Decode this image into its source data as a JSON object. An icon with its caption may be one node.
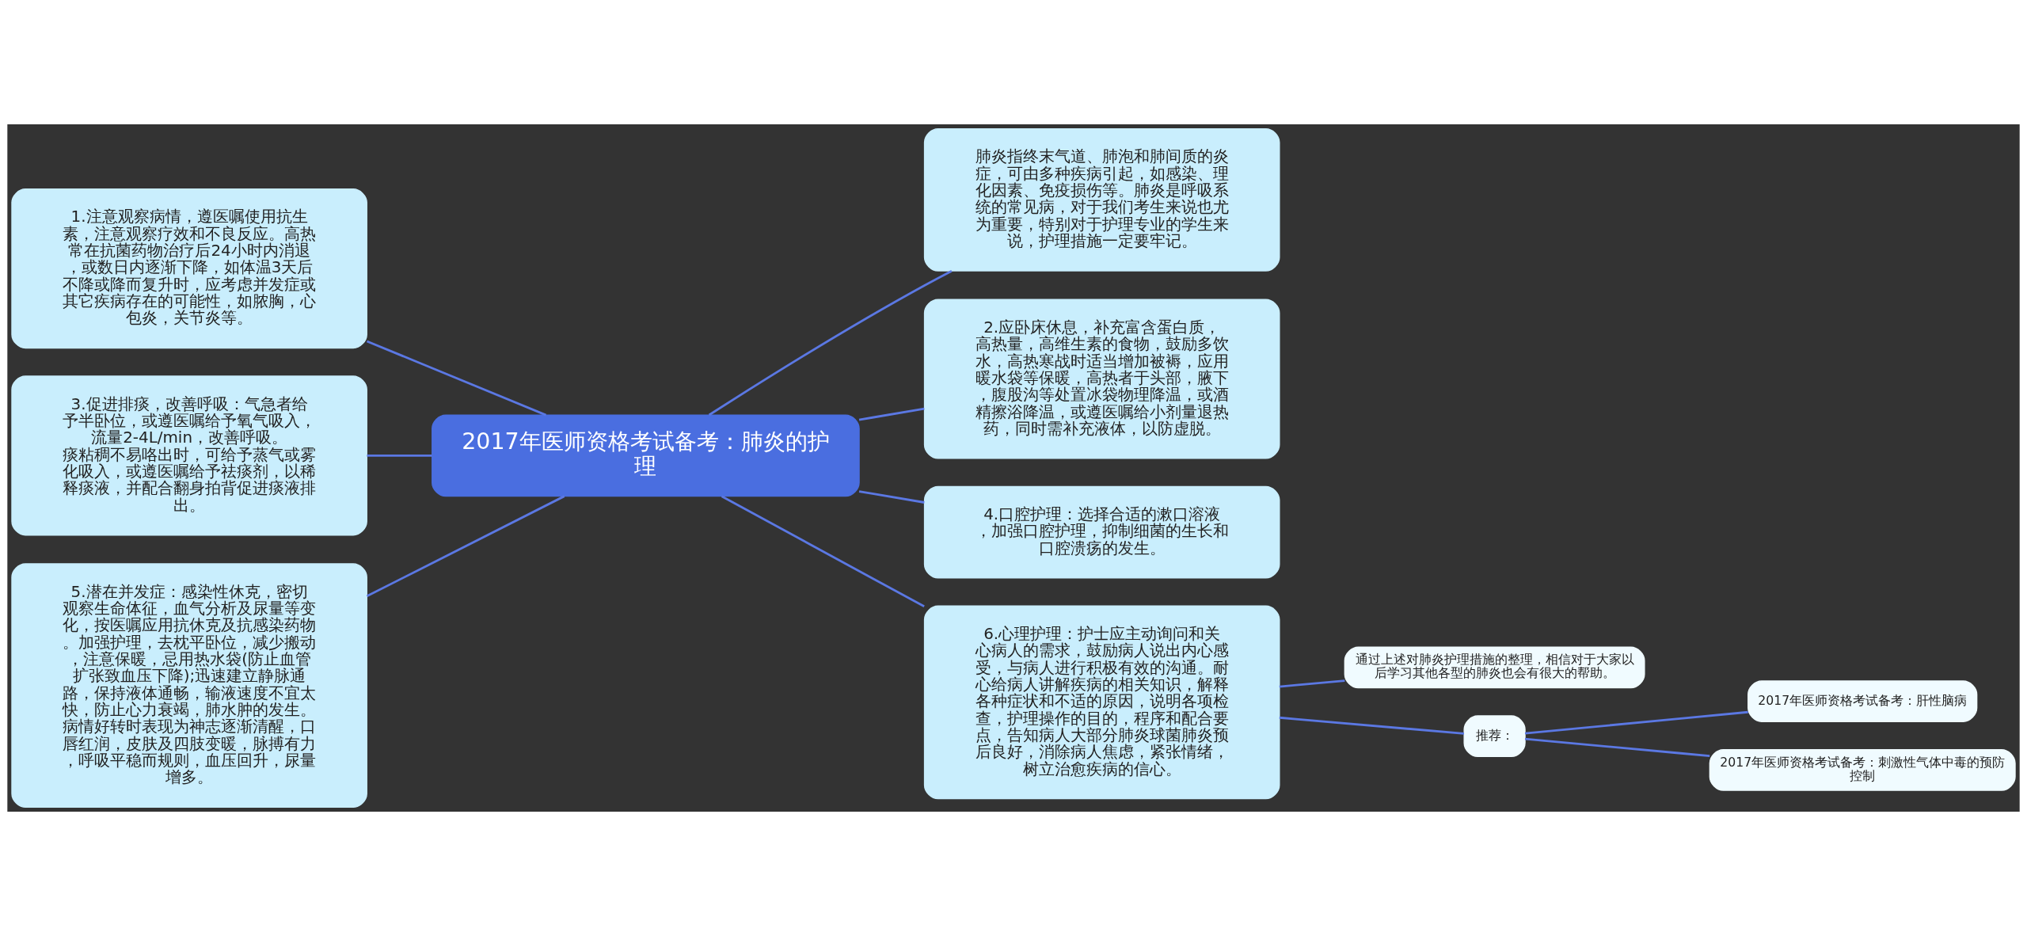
{
  "diagram": {
    "nodes": [
      {
        "text": [
          "2017年医师资格考试备考：肺炎的护理"
        ]
      },
      {
        "text": [
          "肺炎指终末气道、肺泡和肺间质的炎症，可由多种疾病引起，如感染、理化因素、免疫损伤等。肺炎是呼吸系统的常见病，对于我们考生来说也尤为重要，特别对于护理专业的学生来说，护理措施一定要牢记。"
        ]
      },
      {
        "text": [
          "2.应卧床休息，补充富含蛋白质，高热量，高维生素的食物，鼓励多饮水，高热寒战时适当增加被褥，应用暖水袋等保暖，高热者于头部，腋下，腹股沟等处置冰袋物理降温，或酒精擦浴降温，或遵医嘱给小剂量退热药，同时需补充液体，以防虚脱。"
        ]
      },
      {
        "text": [
          "4.口腔护理：选择合适的漱口溶液，加强口腔护理，抑制细菌的生长和口腔溃疡的发生。"
        ]
      },
      {
        "text": [
          "6.心理护理：护士应主动询问和关心病人的需求，鼓励病人说出内心感受，与病人进行积极有效的沟通。耐心给病人讲解疾病的相关知识，解释各种症状和不适的原因，说明各项检查，护理操作的目的，程序和配合要点，告知病人大部分肺炎球菌肺炎预后良好，消除病人焦虑，紧张情绪，树立治愈疾病的信心。"
        ]
      },
      {
        "text": [
          "通过上述对肺炎护理措施的整理，相信对于大家以后学习其他各型的肺炎也会有很大的帮助。"
        ]
      },
      {
        "text": [
          "推荐："
        ]
      },
      {
        "text": [
          "2017年医师资格考试备考：肝性脑病"
        ]
      },
      {
        "text": [
          "2017年医师资格考试备考：刺激性气体中毒的预防控制"
        ]
      },
      {
        "text": [
          "1.注意观察病情，遵医嘱使用抗生素，注意观察疗效和不良反应。高热常在抗菌药物治疗后24小时内消退，或数日内逐渐下降，如体温3天后不降或降而复升时，应考虑并发症或其它疾病存在的可能性，如脓胸，心包炎，关节炎等。"
        ]
      },
      {
        "text": [
          "3.促进排痰，改善呼吸：气急者给予半卧位，或遵医嘱给予氧气吸入，流量2-4L/min，改善呼吸。痰粘稠不易咯出时，可给予蒸气或雾化吸入，或遵医嘱给予祛痰剂，以稀释痰液，并配合翻身拍背促进痰液排出。"
        ]
      },
      {
        "text": [
          "5.潜在并发症：感染性休克，密切观察生命体征，血气分析及尿量等变化，按医嘱应用抗休克及抗感染药物。加强护理，去枕平卧位，减少搬动，注意保暖，忌用热水袋(防止血管扩张致血压下降);迅速建立静脉通路，保持液体通畅，输液速度不宜太快，防止心力衰竭，肺水肿的发生。病情好转时表现为神志逐渐清醒，口唇红润，皮肤及四肢变暖，脉搏有力，呼吸平稳而规则，血压回升，尿量增多。"
        ]
      }
    ],
    "edges": [
      {
        "from": 0,
        "to": 1,
        "arrow": "none"
      },
      {
        "from": 0,
        "to": 2,
        "arrow": "none"
      },
      {
        "from": 0,
        "to": 3,
        "arrow": "none"
      },
      {
        "from": 0,
        "to": 4,
        "arrow": "none"
      },
      {
        "from": 4,
        "to": 5,
        "arrow": "none"
      },
      {
        "from": 4,
        "to": 6,
        "arrow": "none"
      },
      {
        "from": 6,
        "to": 7,
        "arrow": "none"
      },
      {
        "from": 6,
        "to": 8,
        "arrow": "none"
      },
      {
        "from": 0,
        "to": 9,
        "arrow": "none"
      },
      {
        "from": 0,
        "to": 10,
        "arrow": "none"
      },
      {
        "from": 0,
        "to": 11,
        "arrow": "none"
      }
    ]
  }
}
